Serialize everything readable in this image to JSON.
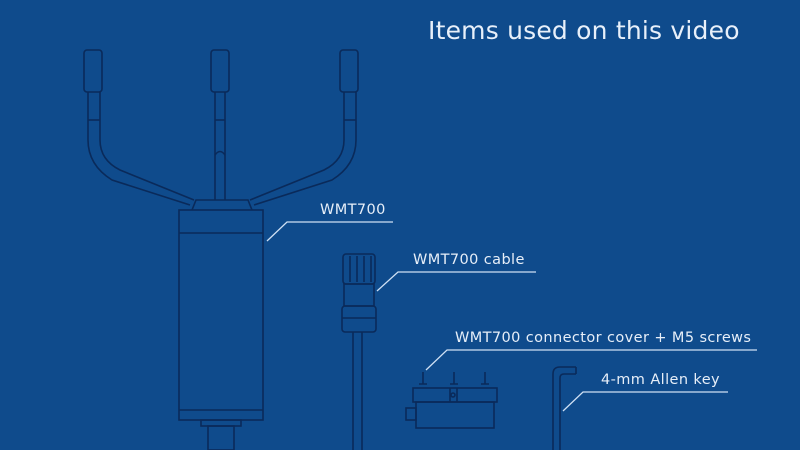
{
  "title": "Items used on this video",
  "colors": {
    "background": "#0f4b8c",
    "line_drawing": "#0a2a5a",
    "callout": "#cfe0f4",
    "text": "#e6eef8"
  },
  "items": [
    {
      "label": "WMT700",
      "icon": "wind-sensor-icon"
    },
    {
      "label": "WMT700 cable",
      "icon": "cable-connector-icon"
    },
    {
      "label": "WMT700 connector cover + M5 screws",
      "icon": "connector-cover-icon"
    },
    {
      "label": "4-mm Allen key",
      "icon": "allen-key-icon"
    }
  ]
}
